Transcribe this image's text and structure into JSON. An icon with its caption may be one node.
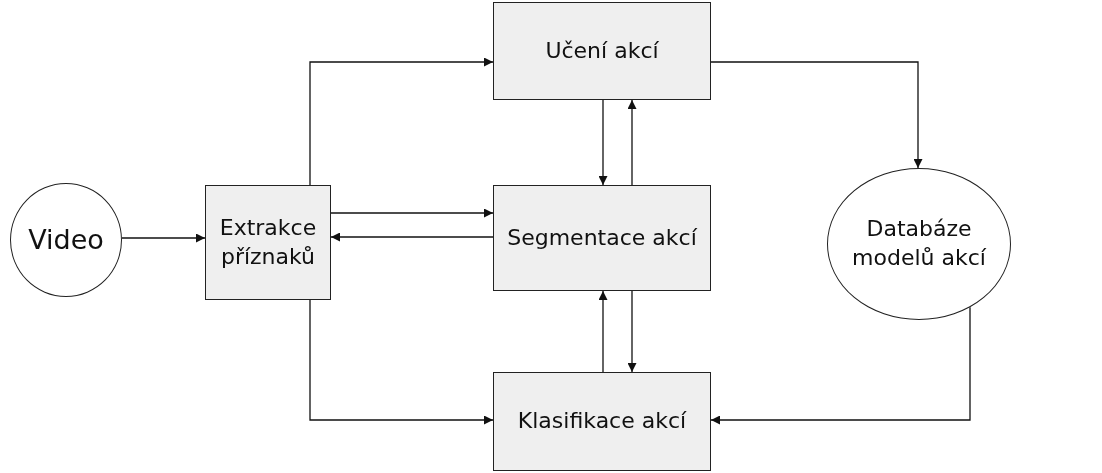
{
  "diagram": {
    "nodes": [
      {
        "text": [
          "Video"
        ]
      },
      {
        "text": [
          "Extrakce příznaků"
        ]
      },
      {
        "text": [
          "Učení akcí"
        ]
      },
      {
        "text": [
          "Segmentace akcí"
        ]
      },
      {
        "text": [
          "Databáze modelů akcí"
        ]
      },
      {
        "text": [
          "Klasifikace akcí"
        ]
      }
    ],
    "edges": [
      {
        "from": 0,
        "to": 1,
        "arrow": "to"
      },
      {
        "from": 1,
        "to": 2,
        "arrow": "to"
      },
      {
        "from": 1,
        "to": 3,
        "arrow": "to"
      },
      {
        "from": 3,
        "to": 1,
        "arrow": "to"
      },
      {
        "from": 2,
        "to": 3,
        "arrow": "to"
      },
      {
        "from": 3,
        "to": 2,
        "arrow": "to"
      },
      {
        "from": 2,
        "to": 4,
        "arrow": "to"
      },
      {
        "from": 3,
        "to": 5,
        "arrow": "to"
      },
      {
        "from": 5,
        "to": 3,
        "arrow": "to"
      },
      {
        "from": 1,
        "to": 5,
        "arrow": "to"
      },
      {
        "from": 4,
        "to": 5,
        "arrow": "to"
      }
    ]
  }
}
